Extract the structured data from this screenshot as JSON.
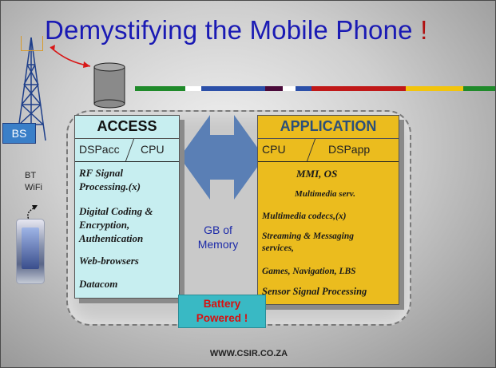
{
  "slide": {
    "title": "Demystifying the Mobile Phone",
    "title_exclaim": "!",
    "footer": "WWW.CSIR.CO.ZA"
  },
  "left": {
    "bs_label": "BS",
    "bt_label": "BT",
    "wifi_label": "WiFi"
  },
  "access": {
    "title": "ACCESS",
    "sub_left": "DSPacc",
    "sub_right": "CPU",
    "items": [
      "RF Signal",
      "Processing.(x)",
      "Digital Coding &",
      "Encryption,",
      "Authentication",
      "Web-browsers",
      "Datacom"
    ]
  },
  "memory": {
    "line1": "GB of",
    "line2": "Memory"
  },
  "application": {
    "title": "APPLICATION",
    "sub_left": "CPU",
    "sub_right": "DSPapp",
    "items": [
      "MMI, OS",
      "Multimedia serv.",
      "Multimedia codecs,(x)",
      "Streaming & Messaging",
      "services,",
      "Games, Navigation, LBS",
      "Sensor Signal Processing"
    ]
  },
  "battery": {
    "line1": "Battery",
    "line2": "Powered !"
  },
  "colors": {
    "title": "#1a1ab4",
    "access_fill": "#c7eef0",
    "application_fill": "#ebbc1e",
    "battery_fill": "#39b9c4",
    "battery_text": "#d81010",
    "bs_fill": "#3a7fc8",
    "arrow_fill": "#5a7fb5",
    "stripe": [
      "#1f8a2a",
      "#ffffff",
      "#2b4fa8",
      "#4a0a3a",
      "#ffffff",
      "#c01818",
      "#f2c40c",
      "#1f8a2a"
    ]
  }
}
